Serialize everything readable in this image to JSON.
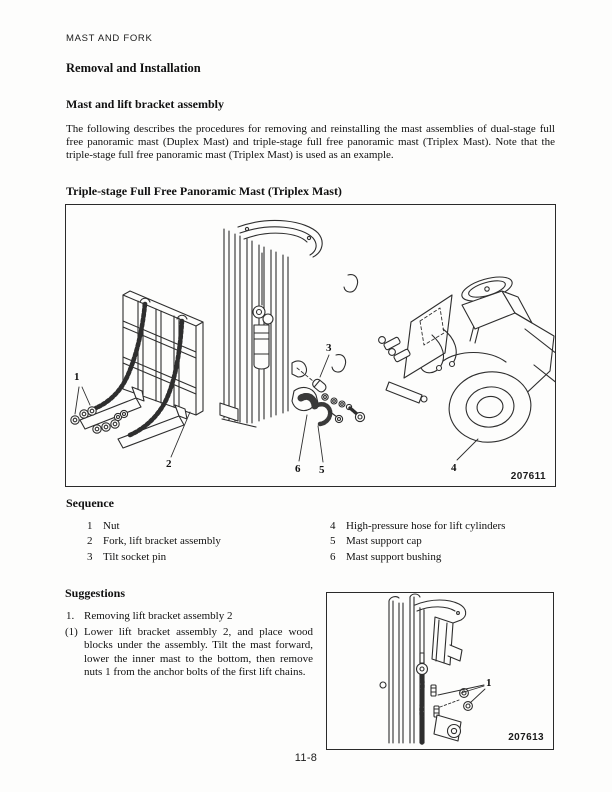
{
  "page": {
    "header": "MAST AND FORK",
    "page_number": "11-8"
  },
  "titles": {
    "section": "Removal and Installation",
    "subsection": "Mast and lift bracket assembly",
    "figure": "Triple-stage Full Free Panoramic Mast (Triplex Mast)",
    "sequence": "Sequence",
    "suggestions": "Suggestions"
  },
  "intro": "The following describes the procedures for removing and reinstalling the mast assemblies of dual-stage full free panoramic mast (Duplex Mast) and triple-stage full free panoramic mast (Triplex Mast). Note that the triple-stage full free panoramic mast (Triplex Mast) is used as an example.",
  "figure_main": {
    "number": "207611",
    "callouts": {
      "c1": "1",
      "c2": "2",
      "c3": "3",
      "c4": "4",
      "c5": "5",
      "c6": "6"
    }
  },
  "sequence": {
    "left": [
      {
        "num": "1",
        "label": "Nut"
      },
      {
        "num": "2",
        "label": "Fork, lift bracket assembly"
      },
      {
        "num": "3",
        "label": "Tilt socket pin"
      }
    ],
    "right": [
      {
        "num": "4",
        "label": "High-pressure hose for lift cylinders"
      },
      {
        "num": "5",
        "label": "Mast support cap"
      },
      {
        "num": "6",
        "label": "Mast support bushing"
      }
    ]
  },
  "suggestions": {
    "step_num": "1.",
    "step_title": "Removing lift bracket assembly 2",
    "sub_num": "(1)",
    "sub_text": "Lower lift bracket assembly 2, and place wood blocks under the assembly. Tilt the mast forward, lower the inner mast to the bottom, then remove nuts 1 from the anchor bolts of the first lift chains."
  },
  "figure_detail": {
    "number": "207613",
    "callout": "1"
  }
}
